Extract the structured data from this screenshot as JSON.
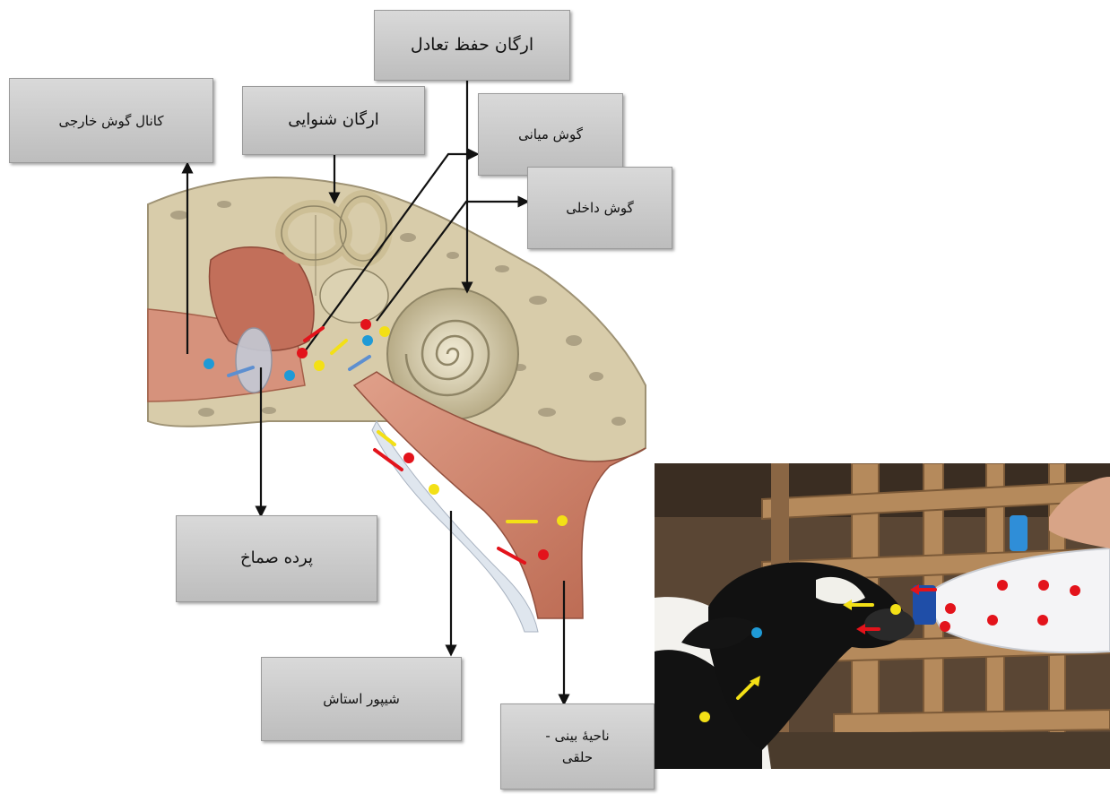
{
  "labels": {
    "balance_organ": "ارگان حفظ تعادل",
    "auditory_organ": "ارگان شنوایی",
    "external_canal": "کانال گوش خارجی",
    "middle_ear": "گوش میانی",
    "inner_ear": "گوش داخلی",
    "eardrum": "پرده صماخ",
    "eustachian_tube": "شیپور استاش",
    "nasopharynx_line1": "ناحیهٔ بینی -",
    "nasopharynx_line2": "حلقی"
  },
  "colors": {
    "dot_red": "#e3131b",
    "dot_yellow": "#f3e016",
    "dot_blue": "#1f9ad6",
    "arrow_black": "#111111",
    "arrow_blue": "#5d8fd0",
    "bone": "#d8ccaa",
    "flesh": "#c97b63",
    "box_gray": "#c9c9c9"
  },
  "images": {
    "ear_anatomy": "ear-cross-section-illustration",
    "calf_photo": "calf-drinking-from-milk-bottle-photo"
  }
}
